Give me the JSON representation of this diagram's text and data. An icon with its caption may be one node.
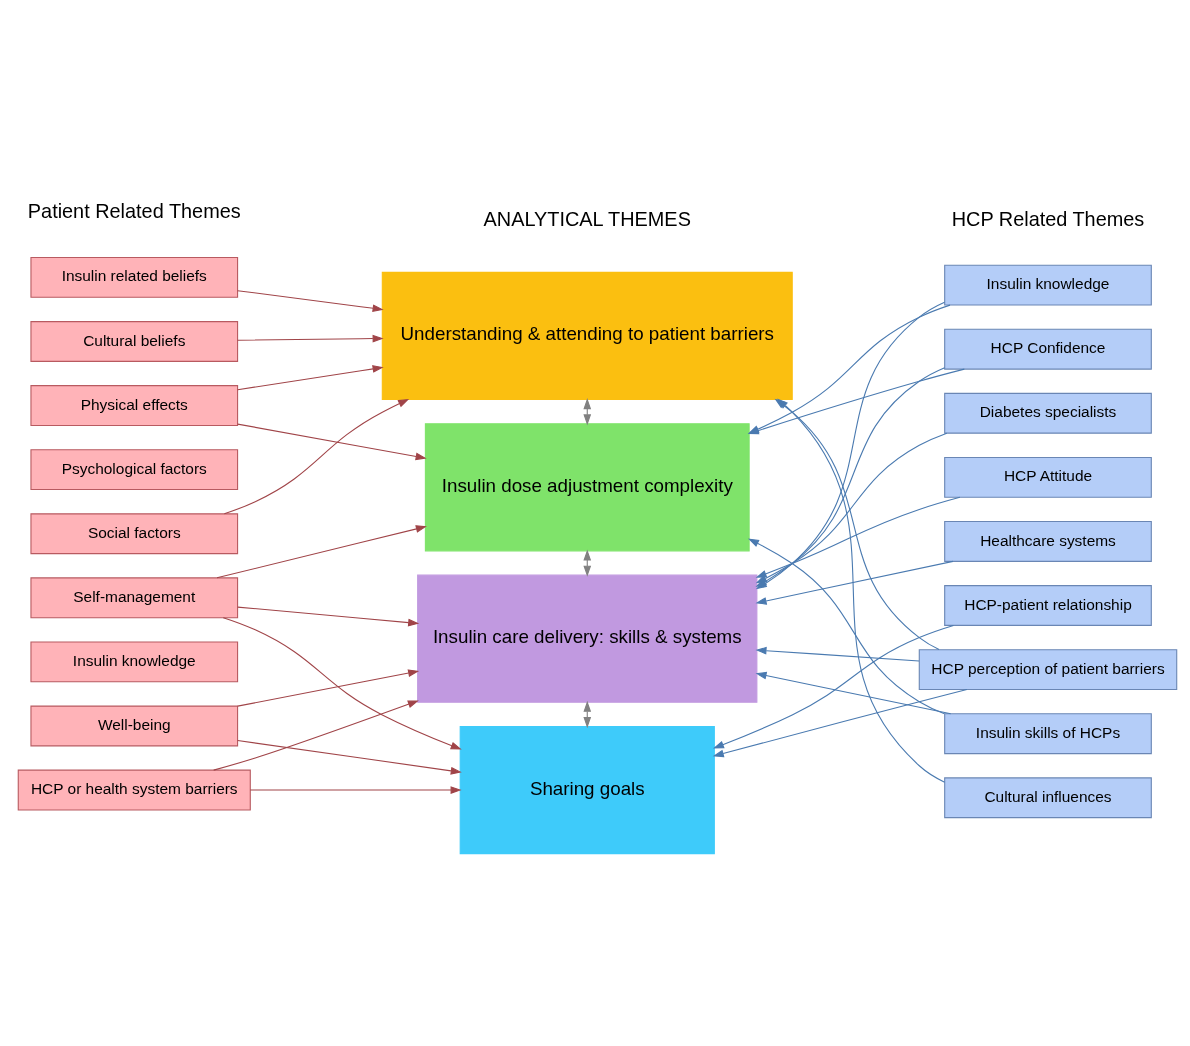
{
  "diagram": {
    "nodes": [
      {
        "text": [
          "Insulin related beliefs"
        ]
      },
      {
        "text": [
          "Cultural beliefs"
        ]
      },
      {
        "text": [
          "Physical effects"
        ]
      },
      {
        "text": [
          "Psychological factors"
        ]
      },
      {
        "text": [
          "Social factors"
        ]
      },
      {
        "text": [
          "Self-management"
        ]
      },
      {
        "text": [
          "Insulin knowledge"
        ]
      },
      {
        "text": [
          "Well-being"
        ]
      },
      {
        "text": [
          "HCP or health system barriers"
        ]
      },
      {
        "text": [
          "Understanding & attending to patient barriers"
        ]
      },
      {
        "text": [
          "Insulin dose adjustment complexity"
        ]
      },
      {
        "text": [
          "Insulin care delivery: skills & systems"
        ]
      },
      {
        "text": [
          "Sharing goals"
        ]
      },
      {
        "text": [
          "Insulin knowledge"
        ]
      },
      {
        "text": [
          "HCP Confidence"
        ]
      },
      {
        "text": [
          "Diabetes specialists"
        ]
      },
      {
        "text": [
          "HCP Attitude"
        ]
      },
      {
        "text": [
          "Healthcare systems"
        ]
      },
      {
        "text": [
          "HCP-patient relationship"
        ]
      },
      {
        "text": [
          "HCP perception of patient barriers"
        ]
      },
      {
        "text": [
          "Insulin skills of HCPs"
        ]
      },
      {
        "text": [
          "Cultural influences"
        ]
      }
    ],
    "edges": [
      {
        "from": 0,
        "to": 9,
        "arrow": "to",
        "color": "#a04448"
      },
      {
        "from": 1,
        "to": 9,
        "arrow": "to",
        "color": "#a04448"
      },
      {
        "from": 2,
        "to": 9,
        "arrow": "to",
        "color": "#a04448"
      },
      {
        "from": 2,
        "to": 10,
        "arrow": "to",
        "color": "#a04448"
      },
      {
        "from": 4,
        "to": 9,
        "arrow": "to",
        "color": "#a04448"
      },
      {
        "from": 5,
        "to": 10,
        "arrow": "to",
        "color": "#a04448"
      },
      {
        "from": 5,
        "to": 11,
        "arrow": "to",
        "color": "#a04448"
      },
      {
        "from": 5,
        "to": 12,
        "arrow": "to",
        "color": "#a04448"
      },
      {
        "from": 7,
        "to": 11,
        "arrow": "to",
        "color": "#a04448"
      },
      {
        "from": 7,
        "to": 12,
        "arrow": "to",
        "color": "#a04448"
      },
      {
        "from": 8,
        "to": 11,
        "arrow": "to",
        "color": "#a04448"
      },
      {
        "from": 8,
        "to": 12,
        "arrow": "to",
        "color": "#a04448"
      },
      {
        "from": 9,
        "to": 10,
        "arrow": "both",
        "color": "#808080"
      },
      {
        "from": 10,
        "to": 11,
        "arrow": "both",
        "color": "#808080"
      },
      {
        "from": 11,
        "to": 12,
        "arrow": "both",
        "color": "#808080"
      },
      {
        "from": 13,
        "to": 10,
        "arrow": "to"
      },
      {
        "from": 13,
        "to": 11,
        "arrow": "to"
      },
      {
        "from": 14,
        "to": 10,
        "arrow": "to"
      },
      {
        "from": 14,
        "to": 11,
        "arrow": "to"
      },
      {
        "from": 15,
        "to": 11,
        "arrow": "to"
      },
      {
        "from": 16,
        "to": 11,
        "arrow": "to"
      },
      {
        "from": 17,
        "to": 11,
        "arrow": "to"
      },
      {
        "from": 18,
        "to": 12,
        "arrow": "to"
      },
      {
        "from": 19,
        "to": 12,
        "arrow": "to"
      },
      {
        "from": 19,
        "to": 9,
        "arrow": "to"
      },
      {
        "from": 19,
        "to": 11,
        "arrow": "to"
      },
      {
        "from": 20,
        "to": 10,
        "arrow": "to"
      },
      {
        "from": 20,
        "to": 11,
        "arrow": "to"
      },
      {
        "from": 21,
        "to": 9,
        "arrow": "to"
      }
    ],
    "labels": [
      "Patient Related Themes",
      "ANALYTICAL THEMES",
      "HCP Related Themes"
    ]
  }
}
